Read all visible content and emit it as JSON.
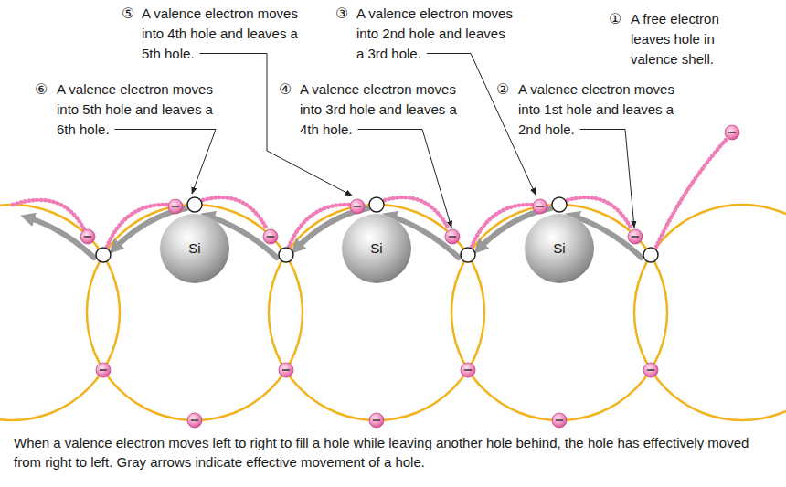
{
  "diagram": {
    "caption": "When a valence electron moves left to right to fill a hole while leaving another hole behind, the hole has effectively moved from right to left. Gray arrows indicate effective movement of a hole.",
    "nodes": [
      {
        "text": [
          "Si"
        ]
      },
      {
        "text": [
          "Si"
        ]
      },
      {
        "text": [
          "Si"
        ]
      }
    ],
    "labels": [
      "⑤",
      "A valence electron moves into 4th hole and leaves a 5th hole.",
      "③",
      "A valence electron moves into 2nd hole and leaves a 3rd hole.",
      "①",
      "A free electron leaves hole in valence shell.",
      "⑥",
      "A valence electron moves into 5th hole and leaves a 6th hole.",
      "④",
      "A valence electron moves into 3rd hole and leaves a 4th hole.",
      "②",
      "A valence electron moves into 1st hole and leaves a 2nd hole."
    ]
  }
}
